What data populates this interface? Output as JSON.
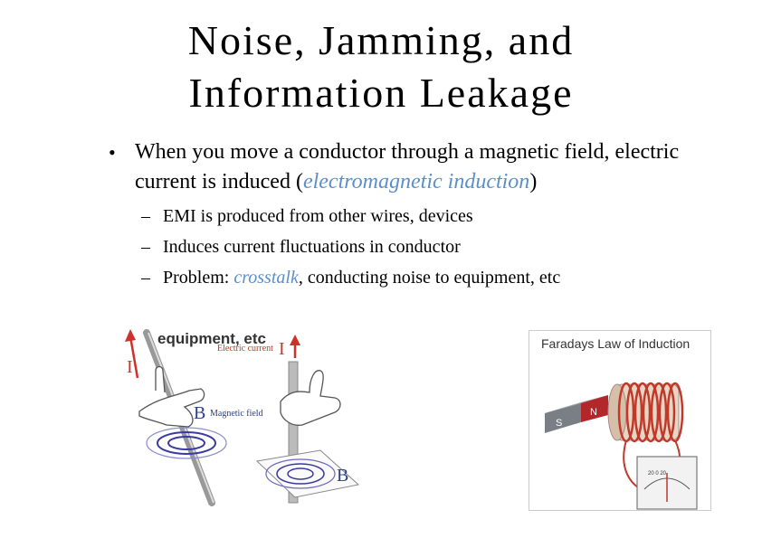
{
  "slide": {
    "title_line1": "Noise, Jamming, and",
    "title_line2": "Information Leakage"
  },
  "bullet": {
    "text_before": "When you move a conductor through a magnetic field, electric current is induced (",
    "emphasis": "electromagnetic induction",
    "text_after": ")"
  },
  "sub_bullets": [
    {
      "dash": "–",
      "text": "EMI is produced from other wires, devices"
    },
    {
      "dash": "–",
      "text": "Induces current fluctuations in conductor"
    },
    {
      "dash": "–",
      "text_before": "Problem: ",
      "emphasis": "crosstalk",
      "text_after": ", conducting noise to equipment, etc"
    }
  ],
  "left_figure": {
    "label_I_left": "I",
    "label_electric_current": "Electric current",
    "label_I_right": "I",
    "label_B_left": "B",
    "label_magnetic_field": "Magnetic field",
    "label_B_right": "B",
    "overlap_text": "equipment, etc"
  },
  "right_figure": {
    "title": "Faradays Law of Induction",
    "magnet_s": "S",
    "magnet_n": "N",
    "meter_scale": "20  0  20"
  },
  "colors": {
    "emphasis": "#5b8fc9",
    "coil": "#c0392b",
    "field_lines": "#3a3aa0",
    "arrow_red": "#d0302a"
  }
}
